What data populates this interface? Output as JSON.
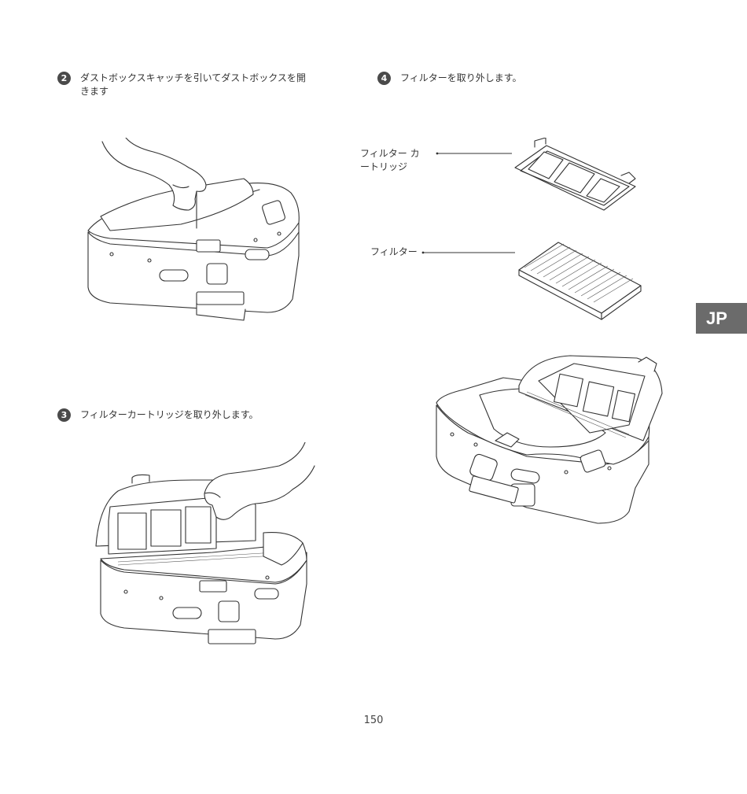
{
  "steps": [
    {
      "number": "2",
      "text": "ダストボックスキャッチを引いてダストボックスを開\nきます"
    },
    {
      "number": "3",
      "text": "フィルターカートリッジを取り外します。"
    },
    {
      "number": "4",
      "text": "フィルターを取り外します。"
    }
  ],
  "callouts": {
    "filter_cartridge": "フィルター カ\nートリッジ",
    "filter": "フィルター"
  },
  "language_tab": "JP",
  "page_number": "150"
}
